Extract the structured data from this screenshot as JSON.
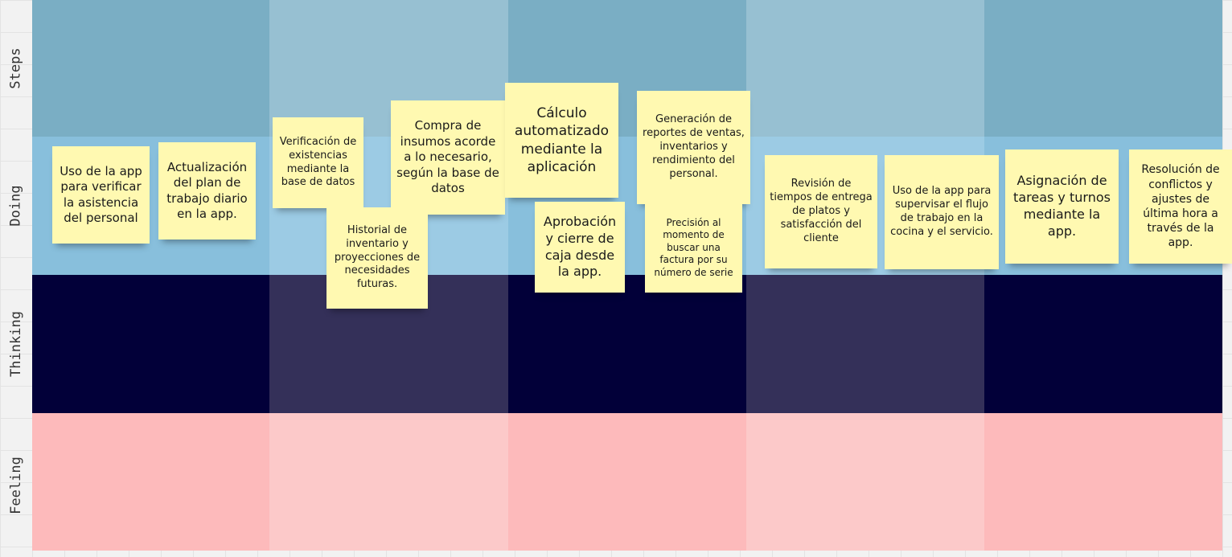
{
  "board": {
    "rows": [
      {
        "label": "Steps"
      },
      {
        "label": "Doing"
      },
      {
        "label": "Thinking"
      },
      {
        "label": "Feeling"
      }
    ],
    "colors": {
      "steps": [
        "#7aaec4",
        "#97c0d2"
      ],
      "doing": [
        "#88bfdc",
        "#9ccbe4"
      ],
      "thinking": [
        "#020039",
        "#343059"
      ],
      "feeling": [
        "#fdbabb",
        "#fcc9c9"
      ]
    },
    "sticky_color": "#fff9b1",
    "notes": [
      {
        "id": "note-1",
        "text": "Uso de la app para verificar la asistencia del personal"
      },
      {
        "id": "note-2",
        "text": "Actualización del plan de trabajo diario en la app."
      },
      {
        "id": "note-3",
        "text": "Verificación de existencias mediante la base de datos"
      },
      {
        "id": "note-4",
        "text": "Historial de inventario y proyecciones de necesidades futuras."
      },
      {
        "id": "note-5",
        "text": "Compra de insumos acorde a lo necesario, según la base de datos"
      },
      {
        "id": "note-6",
        "text": "Cálculo automatizado mediante la aplicación"
      },
      {
        "id": "note-7",
        "text": "Aprobación y cierre de caja desde la app."
      },
      {
        "id": "note-8",
        "text": "Generación de reportes de ventas, inventarios y rendimiento del personal."
      },
      {
        "id": "note-9",
        "text": "Precisión al momento de buscar una factura por su número de serie"
      },
      {
        "id": "note-10",
        "text": "Revisión de tiempos de entrega de platos y satisfacción del cliente"
      },
      {
        "id": "note-11",
        "text": "Uso de la app para supervisar el flujo de trabajo en la cocina y el servicio."
      },
      {
        "id": "note-12",
        "text": "Asignación de tareas y turnos mediante la app."
      },
      {
        "id": "note-13",
        "text": "Resolución de conflictos y ajustes de última hora a través de la app."
      }
    ]
  }
}
